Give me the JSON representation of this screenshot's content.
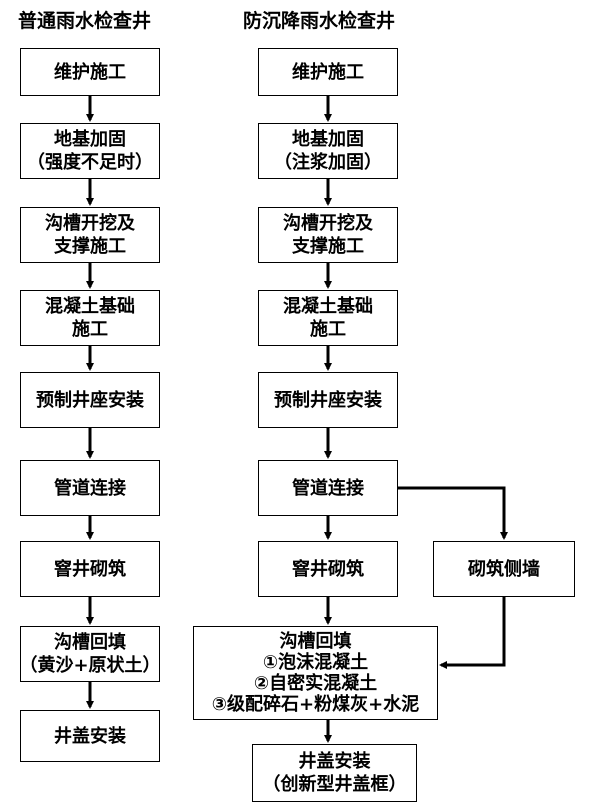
{
  "left_column": {
    "title": "普通雨水检查井",
    "steps": [
      [
        "维护施工"
      ],
      [
        "地基加固",
        "（强度不足时）"
      ],
      [
        "沟槽开挖及",
        "支撑施工"
      ],
      [
        "混凝土基础",
        "施工"
      ],
      [
        "预制井座安装"
      ],
      [
        "管道连接"
      ],
      [
        "窨井砌筑"
      ],
      [
        "沟槽回填",
        "（黄沙+原状土）"
      ],
      [
        "井盖安装"
      ]
    ]
  },
  "right_column": {
    "title": "防沉降雨水检查井",
    "steps": [
      [
        "维护施工"
      ],
      [
        "地基加固",
        "（注浆加固）"
      ],
      [
        "沟槽开挖及",
        "支撑施工"
      ],
      [
        "混凝土基础",
        "施工"
      ],
      [
        "预制井座安装"
      ],
      [
        "管道连接"
      ],
      [
        "窨井砌筑"
      ],
      [
        "沟槽回填",
        "①泡沫混凝土",
        "②自密实混凝土",
        "③级配碎石+粉煤灰+水泥"
      ],
      [
        "井盖安装",
        "（创新型井盖框）"
      ]
    ]
  },
  "side_branch": {
    "step": [
      "砌筑侧墙"
    ]
  }
}
